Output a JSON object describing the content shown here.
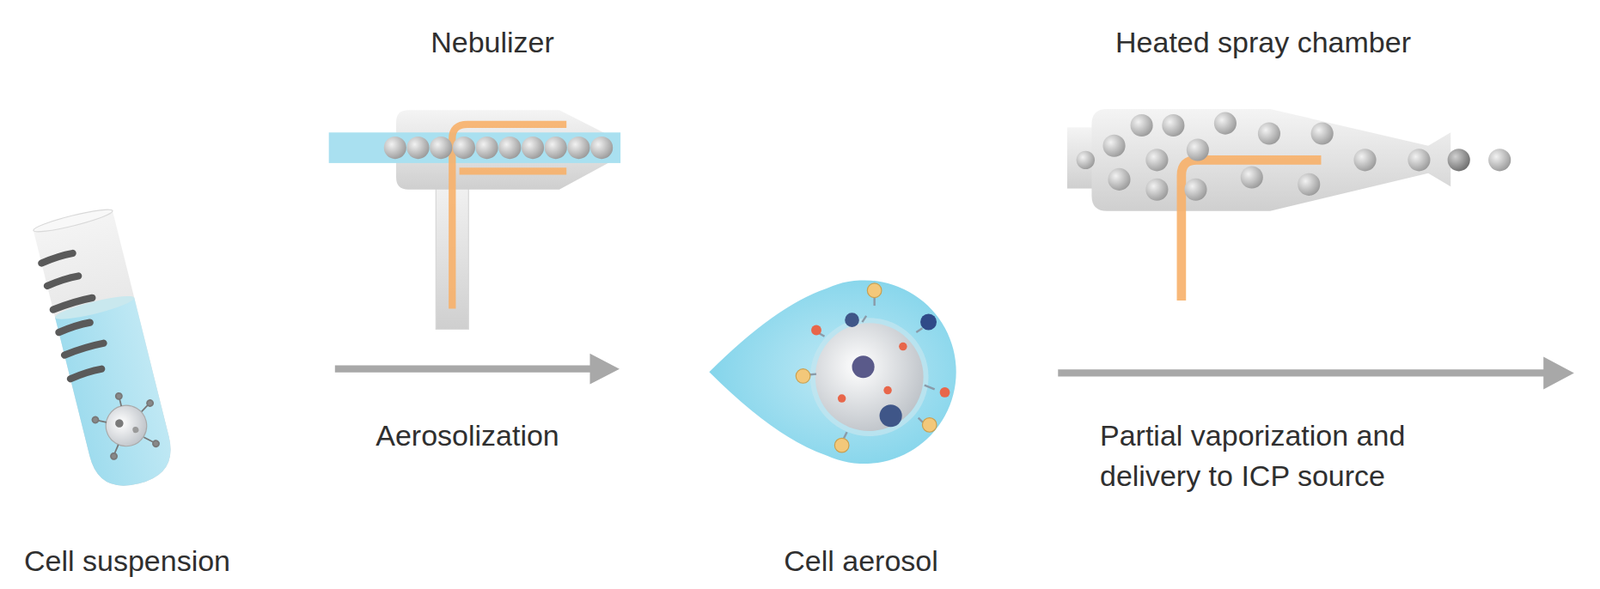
{
  "diagram": {
    "labels": [
      "Nebulizer",
      "Heated spray chamber",
      "Aerosolization",
      "Partial vaporization and delivery to ICP source",
      "Cell suspension",
      "Cell aerosol"
    ]
  }
}
